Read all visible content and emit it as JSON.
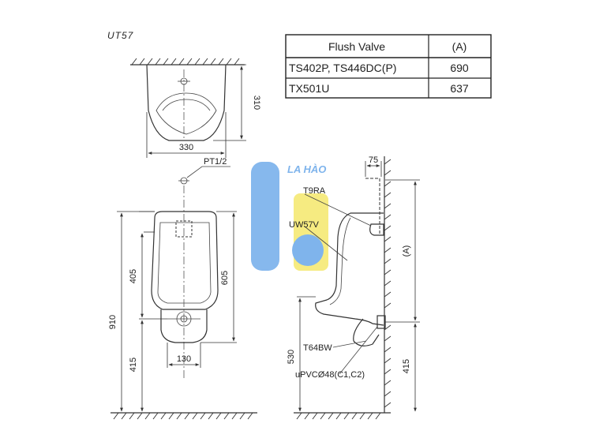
{
  "model": "UT57",
  "spec_table": {
    "headers": [
      "Flush Valve",
      "(A)"
    ],
    "rows": [
      {
        "model": "TS402P, TS446DC(P)",
        "value": "690"
      },
      {
        "model": "TX501U",
        "value": "637"
      }
    ]
  },
  "top_view": {
    "depth_dim": "310",
    "width_dim": "330"
  },
  "front_view": {
    "inlet_label": "PT1/2",
    "height_dim": "910",
    "upper_dim": "405",
    "lower_dim": "415",
    "inner_dim": "605",
    "outlet_width_dim": "130"
  },
  "side_view": {
    "offset_dim": "75",
    "valve_label": "T9RA",
    "model_label": "UW57V",
    "trap_label": "T64BW",
    "pipe_label": "uPVCØ48(C1,C2)",
    "height_dim": "530",
    "floor_dim": "415",
    "variable_dim": "(A)"
  },
  "watermark": {
    "text": "LA HÀO",
    "blue": "#7fb4ec",
    "yellow": "#f6ea7a"
  }
}
